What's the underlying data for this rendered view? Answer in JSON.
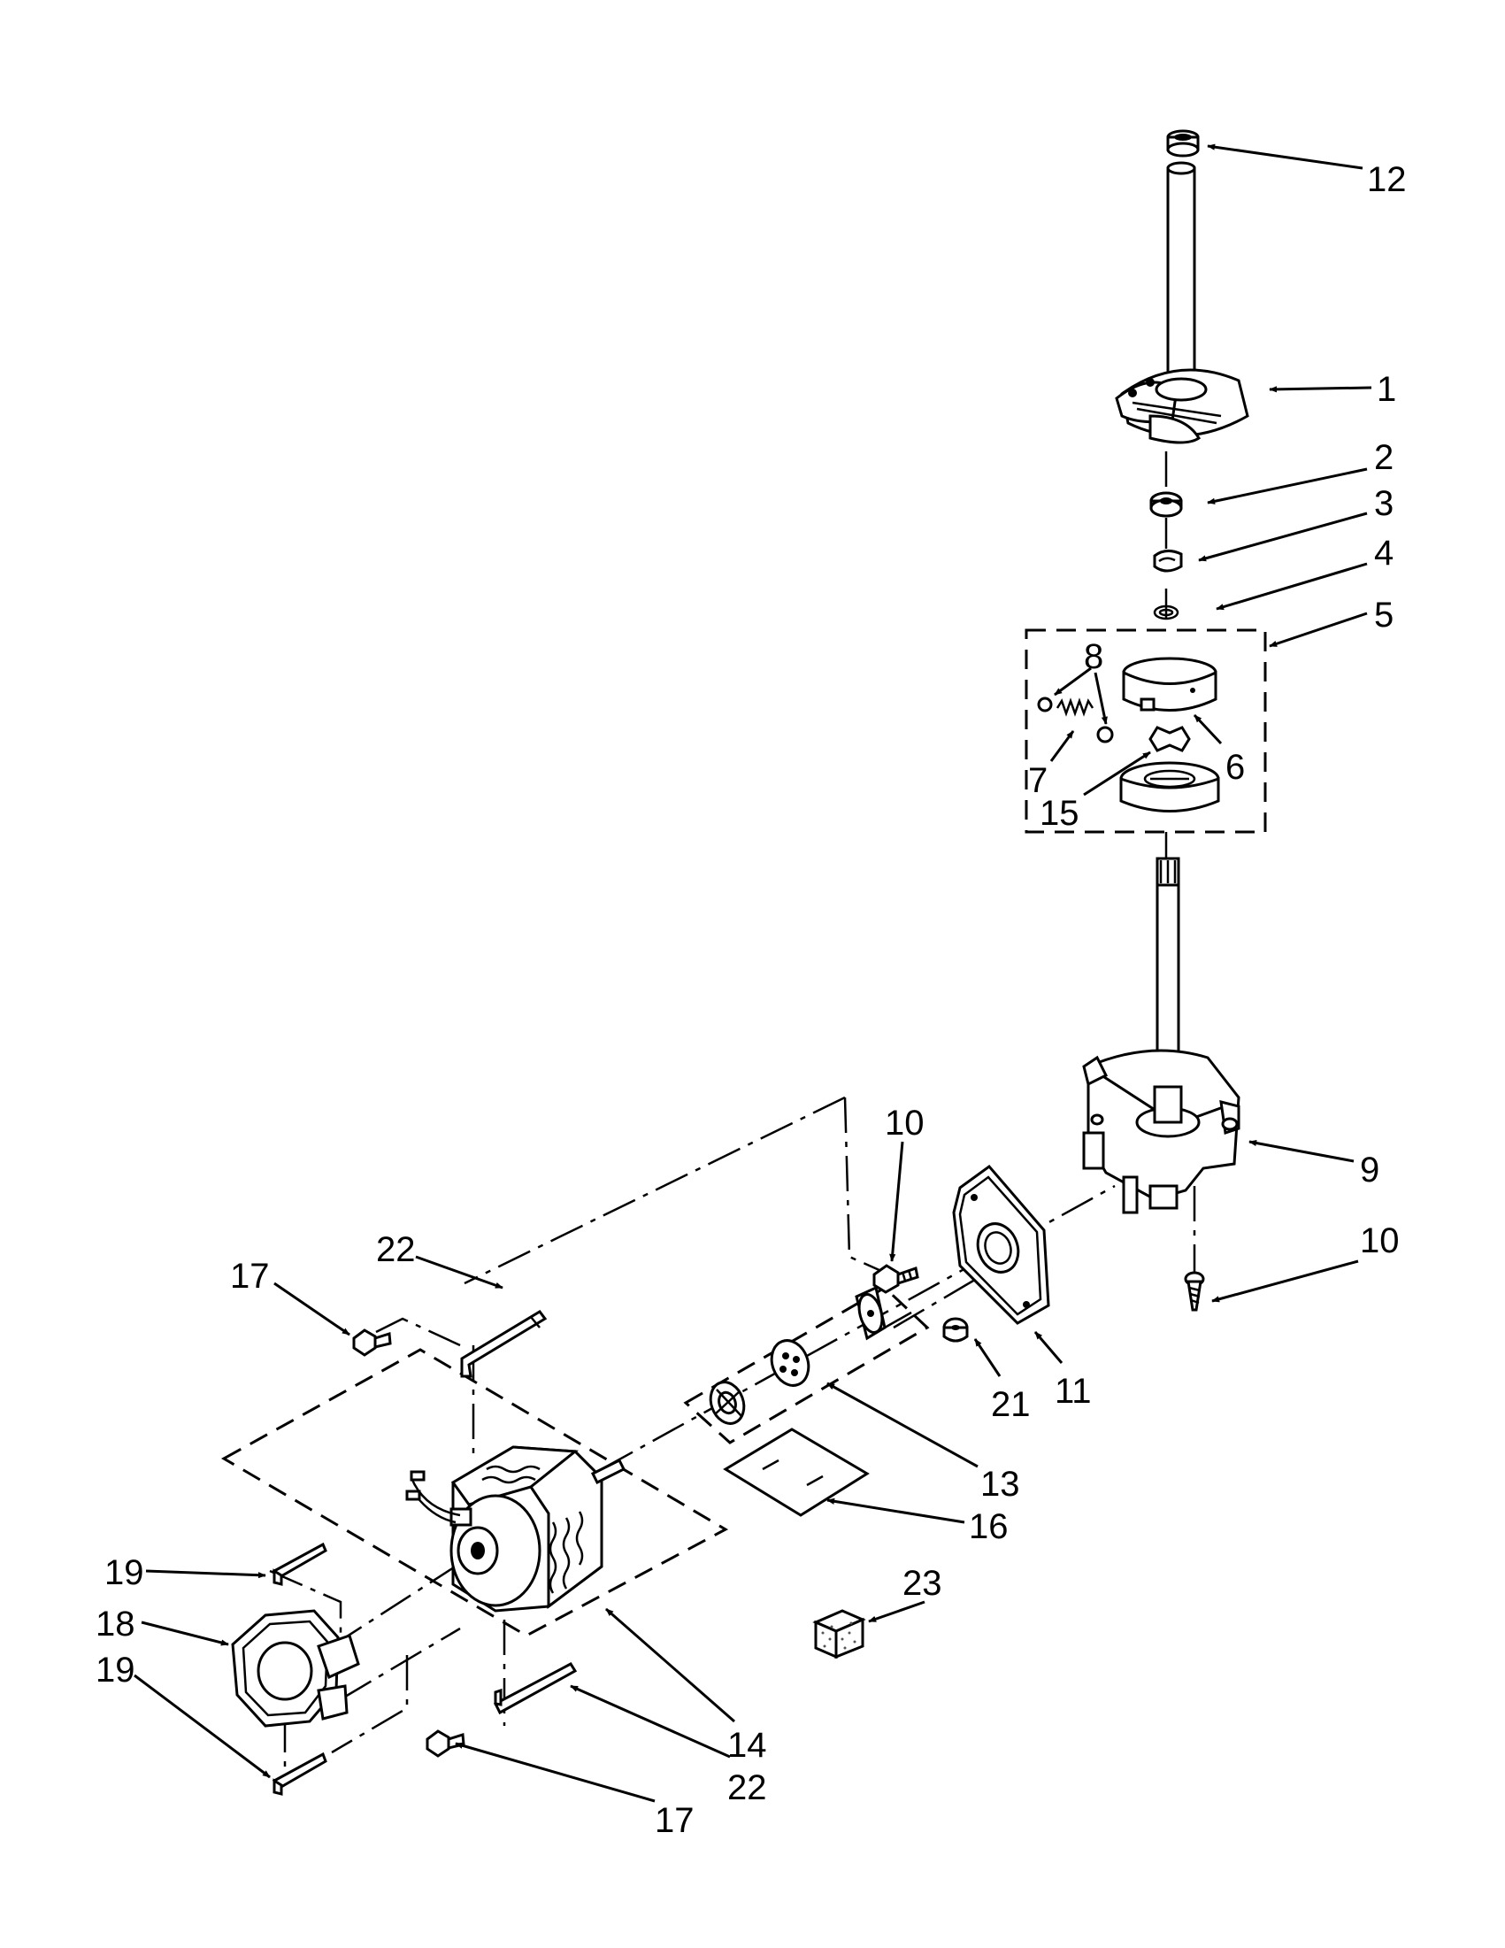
{
  "diagram": {
    "callouts": [
      {
        "id": "c12a",
        "label": "12"
      },
      {
        "id": "c1",
        "label": "1"
      },
      {
        "id": "c2",
        "label": "2"
      },
      {
        "id": "c3",
        "label": "3"
      },
      {
        "id": "c4",
        "label": "4"
      },
      {
        "id": "c5",
        "label": "5"
      },
      {
        "id": "c8",
        "label": "8"
      },
      {
        "id": "c7",
        "label": "7"
      },
      {
        "id": "c6",
        "label": "6"
      },
      {
        "id": "c15",
        "label": "15"
      },
      {
        "id": "c10a",
        "label": "10"
      },
      {
        "id": "c9",
        "label": "9"
      },
      {
        "id": "c10b",
        "label": "10"
      },
      {
        "id": "c22a",
        "label": "22"
      },
      {
        "id": "c17a",
        "label": "17"
      },
      {
        "id": "c21",
        "label": "21"
      },
      {
        "id": "c11",
        "label": "11"
      },
      {
        "id": "c13",
        "label": "13"
      },
      {
        "id": "c16",
        "label": "16"
      },
      {
        "id": "c19a",
        "label": "19"
      },
      {
        "id": "c18",
        "label": "18"
      },
      {
        "id": "c19b",
        "label": "19"
      },
      {
        "id": "c23",
        "label": "23"
      },
      {
        "id": "c14",
        "label": "14"
      },
      {
        "id": "c22b",
        "label": "22"
      },
      {
        "id": "c17b",
        "label": "17"
      }
    ]
  }
}
